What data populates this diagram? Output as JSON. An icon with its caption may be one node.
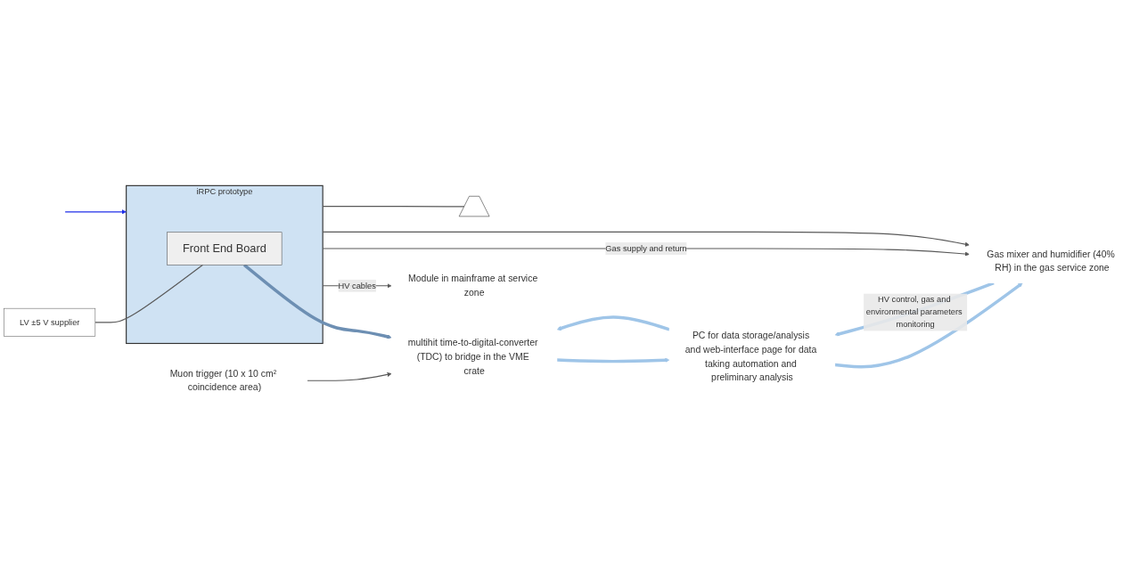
{
  "diagram": {
    "nodes": [
      {
        "text": [
          "iRPC prototype"
        ]
      },
      {
        "text": [
          "Front End Board"
        ],
        "in": 0
      },
      {
        "text": [
          "LV ±5 V supplier"
        ]
      },
      {
        "text": [
          "Module in mainframe at service zone"
        ]
      },
      {
        "text": [
          "Gas mixer and humidifier (40% RH) in the gas service zone"
        ]
      },
      {
        "text": [
          "multihit time-to-digital-converter (TDC) to bridge in the VME crate"
        ]
      },
      {
        "text": [
          "PC for data storage/analysis and web-interface page for data taking automation and preliminary analysis"
        ]
      },
      {
        "text": [
          "Muon trigger (10 x 10 cm² coincidence area)"
        ]
      },
      {
        "text": [],
        "shape": "ground"
      }
    ],
    "edges": [
      {
        "from": 0,
        "to": 3,
        "arrow": "to",
        "label": "HV cables"
      },
      {
        "from": 0,
        "to": 4,
        "arrow": "to",
        "label": "Gas supply and return"
      },
      {
        "from": 0,
        "to": 4,
        "arrow": "to"
      },
      {
        "from": 1,
        "to": 5,
        "arrow": "to",
        "style": "thick",
        "color": "#6d8fb3"
      },
      {
        "from": null,
        "to": 0,
        "arrow": "to",
        "color": "#1f2ee8"
      },
      {
        "from": 2,
        "to": 1,
        "arrow": "none"
      },
      {
        "from": 4,
        "to": 6,
        "arrow": "to",
        "style": "thick",
        "color": "#9fc5e8",
        "label": "HV control, gas and environmental parameters monitoring"
      },
      {
        "from": 6,
        "to": 4,
        "arrow": "to",
        "style": "thick",
        "color": "#9fc5e8"
      },
      {
        "from": 6,
        "to": 5,
        "arrow": "to",
        "style": "thick",
        "color": "#9fc5e8"
      },
      {
        "from": 5,
        "to": 6,
        "arrow": "to",
        "style": "thick",
        "color": "#9fc5e8"
      },
      {
        "from": 7,
        "to": 5,
        "arrow": "to"
      },
      {
        "from": 0,
        "to": 8,
        "arrow": "none"
      }
    ]
  }
}
